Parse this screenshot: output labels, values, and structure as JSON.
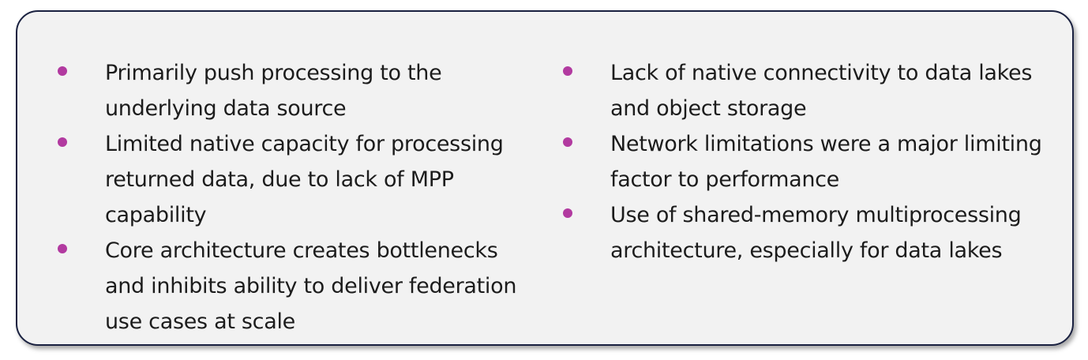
{
  "bullet_color": "#b23aa0",
  "left_column": {
    "items": [
      {
        "text": "Primarily push processing to the underlying data source"
      },
      {
        "text": "Limited native capacity for processing returned data, due to lack of MPP capability"
      },
      {
        "text": "Core architecture creates bottlenecks and inhibits ability to deliver federation use cases at scale"
      }
    ]
  },
  "right_column": {
    "items": [
      {
        "text": "Lack of native connectivity to data lakes and object storage"
      },
      {
        "text": "Network limitations were a major limiting factor to performance"
      },
      {
        "text": "Use of shared-memory multiprocessing architecture, especially for data lakes"
      }
    ]
  }
}
